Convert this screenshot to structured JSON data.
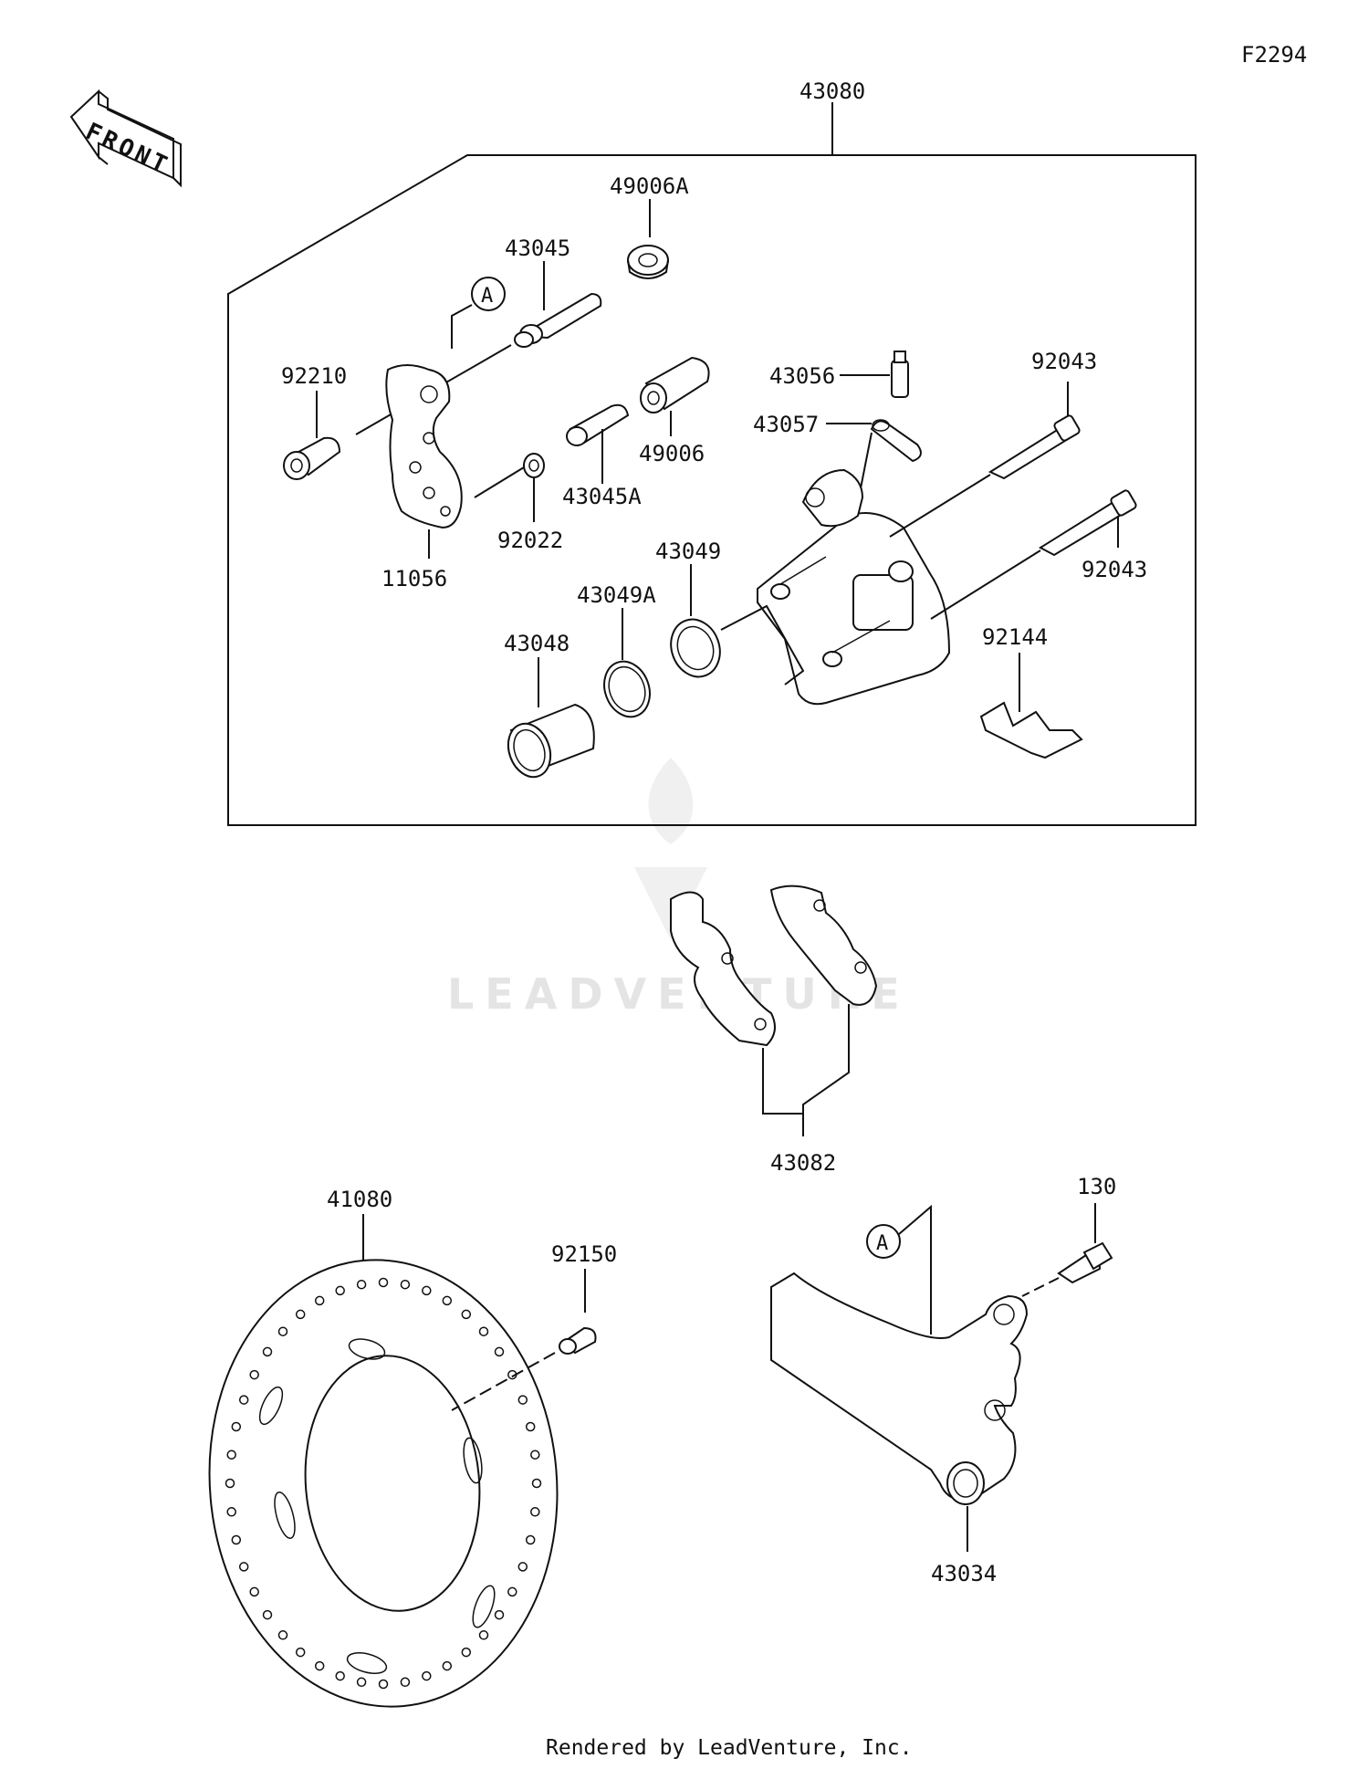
{
  "diagram_code": "F2294",
  "front_label": "FRONT",
  "callout_letter": "A",
  "watermark": "LEADVENTURE",
  "footer": "Rendered by LeadVenture, Inc.",
  "parts": {
    "assembly": "43080",
    "p49006A": "49006A",
    "p43045": "43045",
    "p92210": "92210",
    "p43056": "43056",
    "p92043_top": "92043",
    "p43057": "43057",
    "p49006": "49006",
    "p43045A": "43045A",
    "p92022": "92022",
    "p11056": "11056",
    "p43049": "43049",
    "p43049A": "43049A",
    "p92043_bottom": "92043",
    "p43048": "43048",
    "p92144": "92144",
    "p43082": "43082",
    "p41080": "41080",
    "p92150": "92150",
    "p130": "130",
    "p43034": "43034"
  },
  "colors": {
    "line": "#111111",
    "watermark": "#e4e4e4"
  }
}
